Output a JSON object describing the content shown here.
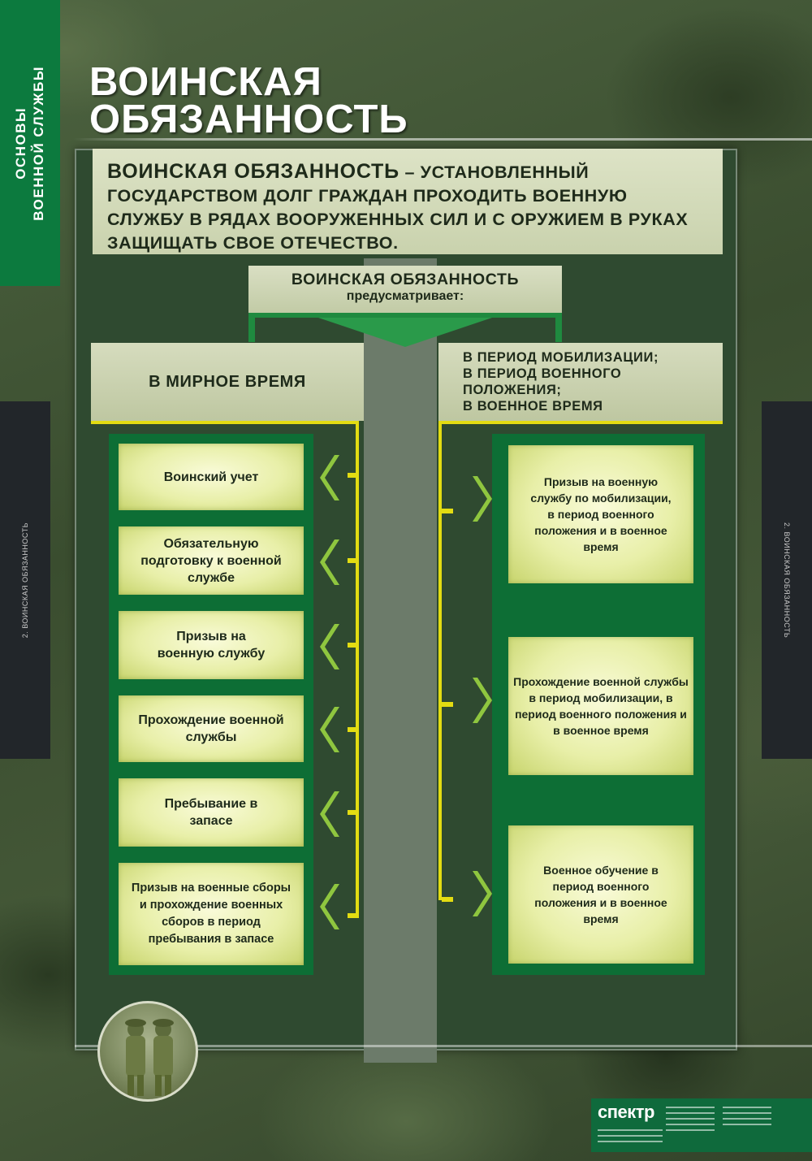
{
  "side_tab": {
    "line1": "ОСНОВЫ",
    "line2": "ВОЕННОЙ СЛУЖБЫ"
  },
  "edge_left_text": "2. ВОИНСКАЯ ОБЯЗАННОСТЬ",
  "edge_right_text": "2. ВОИНСКАЯ ОБЯЗАННОСТЬ",
  "title": {
    "line1": "ВОИНСКАЯ",
    "line2": "ОБЯЗАННОСТЬ"
  },
  "definition": {
    "term": "ВОИНСКАЯ ОБЯЗАННОСТЬ",
    "text": " – УСТАНОВЛЕННЫЙ ГОСУДАРСТВОМ ДОЛГ ГРАЖДАН ПРОХОДИТЬ ВОЕННУЮ СЛУЖБУ В РЯДАХ ВООРУЖЕННЫХ СИЛ И С ОРУЖИЕМ В РУКАХ ЗАЩИЩАТЬ СВОЕ ОТЕЧЕСТВО."
  },
  "provides": {
    "line1": "ВОИНСКАЯ ОБЯЗАННОСТЬ",
    "line2": "предусматривает:"
  },
  "peacetime": {
    "header": "В МИРНОЕ ВРЕМЯ",
    "items": [
      "Воинский учет",
      "Обязательную подготовку к военной службе",
      "Призыв на военную службу",
      "Прохождение военной службы",
      "Пребывание в запасе",
      "Призыв на военные сборы и прохождение военных сборов в период пребывания в запасе"
    ]
  },
  "wartime": {
    "header_lines": [
      "В ПЕРИОД МОБИЛИЗАЦИИ;",
      "В ПЕРИОД ВОЕННОГО",
      "ПОЛОЖЕНИЯ;",
      "В ВОЕННОЕ ВРЕМЯ"
    ],
    "items": [
      "Призыв на военную службу по мобилизации, в период военного положения и в военное время",
      "Прохождение военной службы в период мобилизации, в период военного положения и в военное время",
      "Военное обучение в период военного положения и в военное время"
    ]
  },
  "publisher": {
    "logo": "спектр"
  },
  "colors": {
    "accent_green": "#0d6e35",
    "connector_yellow": "#e3dc12",
    "box_light": "#e8efa8"
  }
}
